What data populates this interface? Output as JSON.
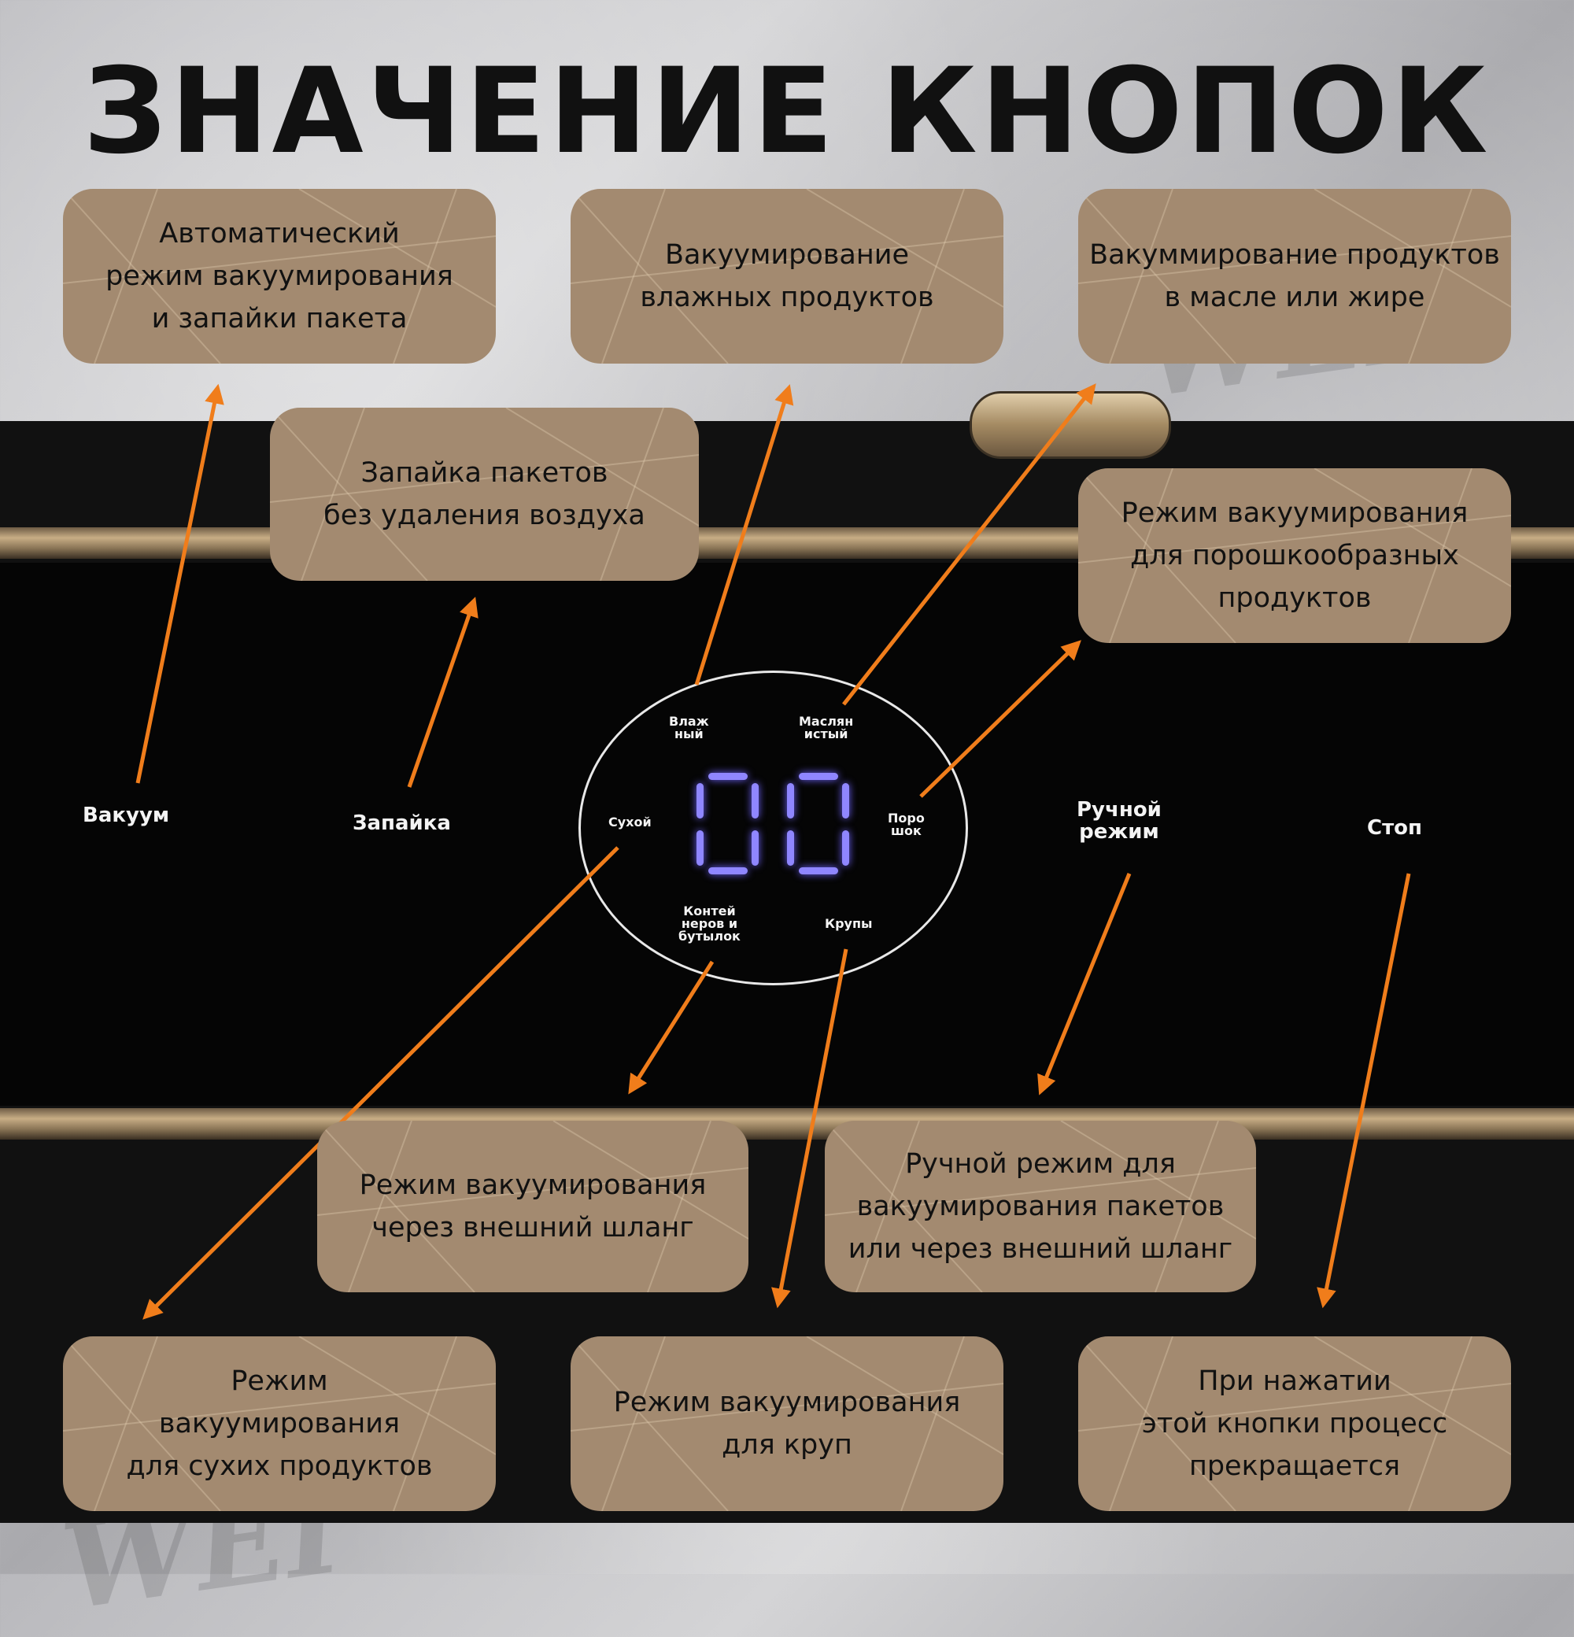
{
  "title": "ЗНАЧЕНИЕ КНОПОК",
  "device": {
    "display": "00",
    "labels": {
      "vacuum": "Вакуум",
      "seal": "Запайка",
      "moist": "Влаж\nный",
      "oily": "Маслян\nистый",
      "dry": "Сухой",
      "powder": "Поро\nшок",
      "containers": "Контей\nнеров и\nбутылок",
      "grains": "Крупы",
      "manual": "Ручной\nрежим",
      "stop": "Стоп"
    }
  },
  "boxes": {
    "auto": "Автоматический\nрежим вакуумирования\nи запайки пакета",
    "moist": "Вакуумирование\nвлажных продуктов",
    "oily": "Вакуммирование продуктов\nв масле или жире",
    "seal": "Запайка пакетов\nбез удаления воздуха",
    "powder": "Режим вакуумирования\nдля порошкообразных\nпродуктов",
    "hose": "Режим вакуумирования\nчерез внешний шланг",
    "manual": "Ручной режим для\nвакуумирования пакетов\nили через внешний шланг",
    "dry": "Режим\nвакуумирования\nдля сухих продуктов",
    "grains": "Режим вакуумирования\nдля круп",
    "stop": "При нажатии\nэтой кнопки процесс\nпрекращается"
  },
  "watermark": "WEI",
  "colors": {
    "box": "#a38a70",
    "arrow": "#f07d1b",
    "display": "#8f86ff"
  }
}
